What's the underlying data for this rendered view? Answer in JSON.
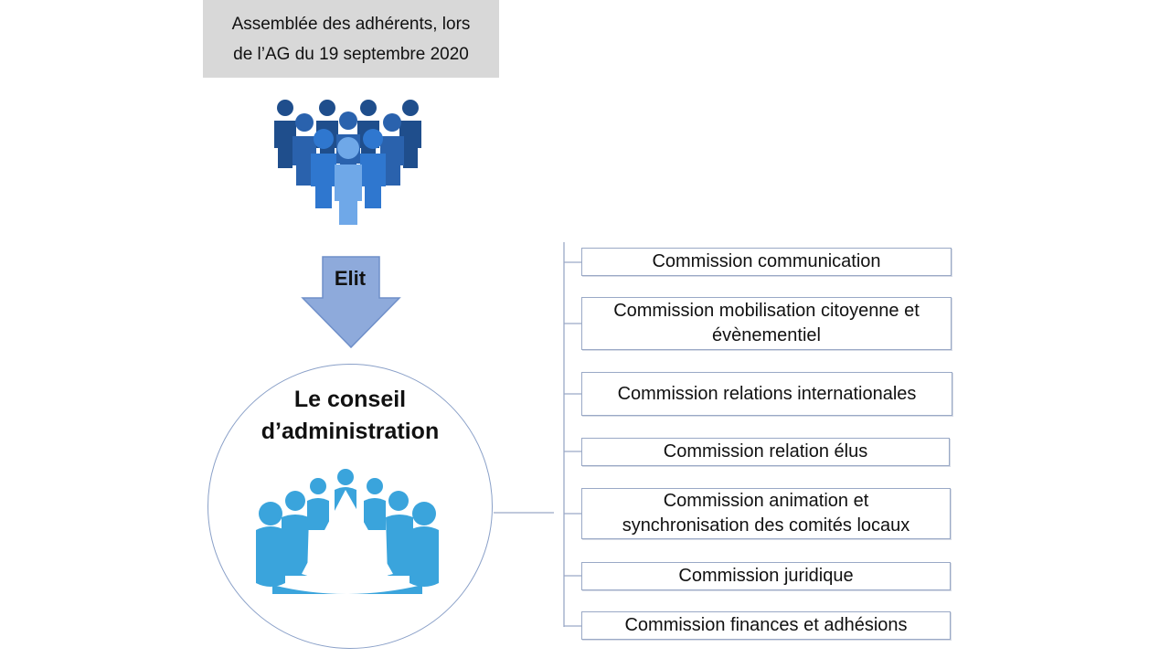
{
  "assembly": {
    "line1": "Assemblée des adhérents, lors",
    "line2": "de l’AG du 19 septembre 2020"
  },
  "arrow": {
    "label": "Elit"
  },
  "board": {
    "line1": "Le conseil",
    "line2": "d’administration"
  },
  "commissions": [
    {
      "line1": "Commission communication",
      "line2": ""
    },
    {
      "line1": "Commission mobilisation citoyenne et",
      "line2": "évènementiel"
    },
    {
      "line1": "Commission relations internationales",
      "line2": ""
    },
    {
      "line1": "Commission relation élus",
      "line2": ""
    },
    {
      "line1": "Commission animation et",
      "line2": "synchronisation des comités locaux"
    },
    {
      "line1": "Commission juridique",
      "line2": ""
    },
    {
      "line1": "Commission finances et adhésions",
      "line2": ""
    }
  ],
  "colors": {
    "assembly_bg": "#d8d8d8",
    "arrow_fill": "#8eaadb",
    "people_dark": "#1f4e8c",
    "people_mid": "#2e6fc4",
    "people_light": "#6fa8e8",
    "board_people": "#3aa4dc",
    "connector": "#9aa9c6"
  }
}
